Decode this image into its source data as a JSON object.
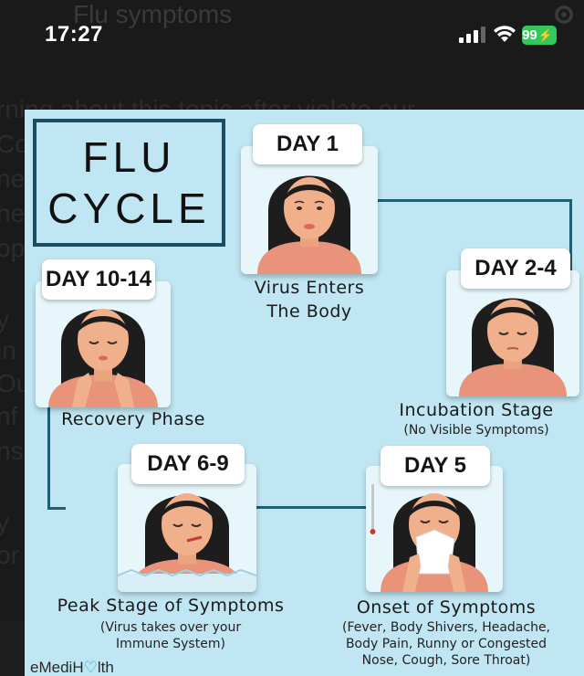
{
  "status_bar": {
    "time": "17:27",
    "battery": "99"
  },
  "background_page": {
    "title": "Flu symptoms",
    "text_lines": [
      "rning about this topic after violate our",
      "Co",
      "ne",
      "he",
      "op",
      "y",
      "in",
      "Ou",
      "nf",
      "ns",
      "y",
      "or"
    ]
  },
  "infographic": {
    "title_line1": "FLU",
    "title_line2": "CYCLE",
    "stages": [
      {
        "day": "DAY 1",
        "label_line1": "Virus Enters",
        "label_line2": "The Body"
      },
      {
        "day": "DAY 2-4",
        "label": "Incubation Stage",
        "sub": "(No Visible Symptoms)"
      },
      {
        "day": "DAY 5",
        "label": "Onset of Symptoms",
        "sub_line1": "(Fever, Body Shivers, Headache,",
        "sub_line2": "Body Pain, Runny or Congested",
        "sub_line3": "Nose, Cough, Sore Throat)"
      },
      {
        "day": "DAY 6-9",
        "label": "Peak Stage of Symptoms",
        "sub_line1": "(Virus takes over your",
        "sub_line2": "Immune System)"
      },
      {
        "day": "DAY 10-14",
        "label": "Recovery Phase"
      }
    ],
    "brand_prefix": "eMedi",
    "brand_suffix": "H",
    "brand_end": "lth"
  },
  "colors": {
    "infographic_bg": "#bfe6f2",
    "connector": "#1f5e73",
    "skin": "#f0b08c",
    "hair": "#1d1d1d",
    "shirt": "#e8937a",
    "battery_green": "#34c759"
  }
}
